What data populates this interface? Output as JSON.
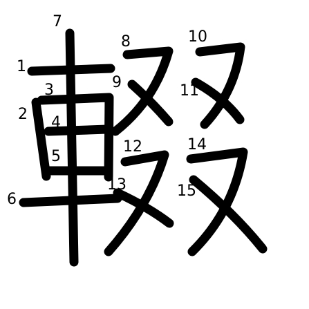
{
  "diagram": {
    "character": "輟",
    "stroke_color": "#000000",
    "background_color": "#ffffff",
    "strokes": [
      {
        "label": "1"
      },
      {
        "label": "2"
      },
      {
        "label": "3"
      },
      {
        "label": "4"
      },
      {
        "label": "5"
      },
      {
        "label": "6"
      },
      {
        "label": "7"
      },
      {
        "label": "8"
      },
      {
        "label": "9"
      },
      {
        "label": "10"
      },
      {
        "label": "11"
      },
      {
        "label": "12"
      },
      {
        "label": "13"
      },
      {
        "label": "14"
      },
      {
        "label": "15"
      }
    ]
  }
}
